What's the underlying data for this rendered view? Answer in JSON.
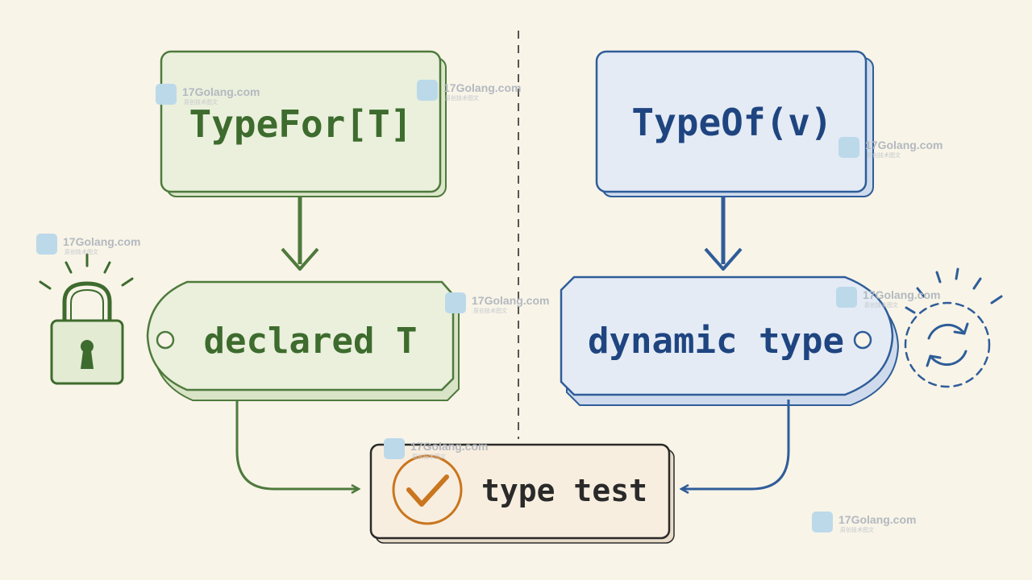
{
  "left": {
    "top_box_label": "TypeFor[T]",
    "tag_label": "declared T",
    "icon": "lock-icon",
    "color": "#4e7a3c"
  },
  "right": {
    "top_box_label": "TypeOf(v)",
    "tag_label": "dynamic type",
    "icon": "refresh-cycle-icon",
    "color": "#2f5d99"
  },
  "result": {
    "label": "type test",
    "icon": "checkmark-circle-icon",
    "accent": "#c9761f"
  },
  "watermark": {
    "text": "17Golang.com",
    "subtext": "原创技术图文"
  }
}
